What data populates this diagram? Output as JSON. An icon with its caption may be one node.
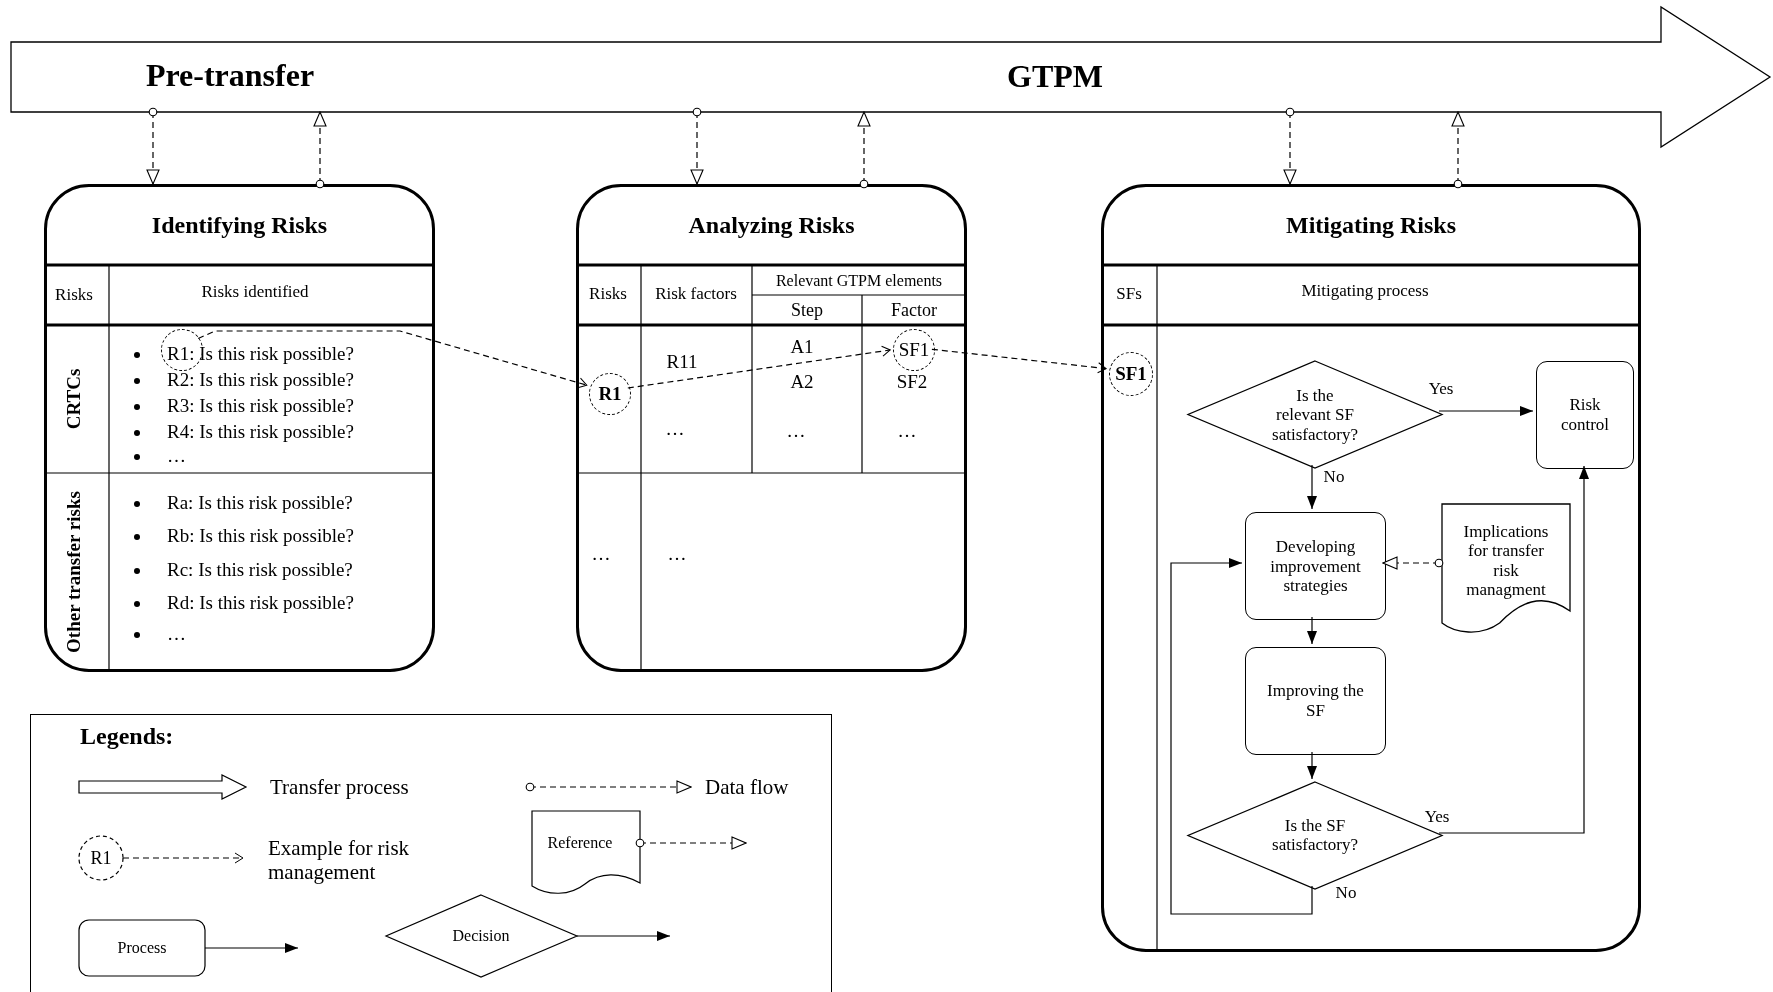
{
  "diagram": {
    "nodes": [
      {
        "text": [
          "Pre-transfer",
          "GTPM"
        ]
      },
      {
        "text": [
          "Identifying Risks"
        ]
      },
      {
        "text": [],
        "shape": "circle",
        "in": 1
      },
      {
        "text": [
          "Analyzing Risks"
        ]
      },
      {
        "text": [
          "R1"
        ],
        "in": 3
      },
      {
        "text": [
          "SF1"
        ],
        "in": 3
      },
      {
        "text": [
          "Mitigating Risks"
        ]
      },
      {
        "text": [
          "SF1"
        ],
        "in": 6
      },
      {
        "text": [
          "Is the relevant SF satisfactory?"
        ],
        "in": 6
      },
      {
        "text": [
          "Risk control"
        ],
        "in": 6
      },
      {
        "text": [
          "Developing improvement strategies"
        ],
        "in": 6
      },
      {
        "text": [
          "Implications for transfer risk managment"
        ],
        "in": 6
      },
      {
        "text": [
          "Improving the SF"
        ],
        "in": 6
      },
      {
        "text": [
          "Is the SF satisfactory?"
        ],
        "in": 6
      }
    ],
    "edges": [
      {
        "from": 0,
        "to": 1,
        "arrow": "to",
        "style": "dashed"
      },
      {
        "from": 1,
        "to": 0,
        "arrow": "to",
        "style": "dashed"
      },
      {
        "from": 0,
        "to": 3,
        "arrow": "to",
        "style": "dashed"
      },
      {
        "from": 3,
        "to": 0,
        "arrow": "to",
        "style": "dashed"
      },
      {
        "from": 0,
        "to": 6,
        "arrow": "to",
        "style": "dashed"
      },
      {
        "from": 6,
        "to": 0,
        "arrow": "to",
        "style": "dashed"
      },
      {
        "from": 2,
        "to": 4,
        "arrow": "to",
        "style": "dashed"
      },
      {
        "from": 4,
        "to": 5,
        "arrow": "to",
        "style": "dashed"
      },
      {
        "from": 5,
        "to": 7,
        "arrow": "to",
        "style": "dashed"
      },
      {
        "from": 8,
        "to": 9,
        "arrow": "to",
        "label": "Yes"
      },
      {
        "from": 8,
        "to": 10,
        "arrow": "to",
        "label": "No"
      },
      {
        "from": 11,
        "to": 10,
        "arrow": "to",
        "style": "dashed"
      },
      {
        "from": 10,
        "to": 12,
        "arrow": "to"
      },
      {
        "from": 12,
        "to": 13,
        "arrow": "to"
      },
      {
        "from": 13,
        "to": 9,
        "arrow": "to",
        "label": "Yes"
      },
      {
        "from": 13,
        "to": 10,
        "arrow": "to",
        "label": "No"
      }
    ],
    "labels": [
      "Risks",
      "Risks identified",
      "CRTCs",
      "R1: Is this risk possible?",
      "R2: Is this risk possible?",
      "R3: Is this risk possible?",
      "R4: Is this risk possible?",
      "…",
      "Other transfer risks",
      "Ra: Is this risk possible?",
      "Rb: Is this risk possible?",
      "Rc: Is this risk possible?",
      "Rd: Is this risk possible?",
      "…",
      "Risks",
      "Risk factors",
      "Relevant GTPM elements",
      "Step",
      "Factor",
      "R11",
      "A1",
      "A2",
      "SF2",
      "…",
      "…",
      "…",
      "…",
      "…",
      "SFs",
      "Mitigating process",
      "Legends:",
      "R1"
    ],
    "legend": [
      {
        "text": "Transfer process"
      },
      {
        "text": "Data flow"
      },
      {
        "text": "Example for risk management"
      },
      {
        "text": "Reference"
      },
      {
        "text": "Process"
      },
      {
        "text": "Decision"
      }
    ]
  }
}
